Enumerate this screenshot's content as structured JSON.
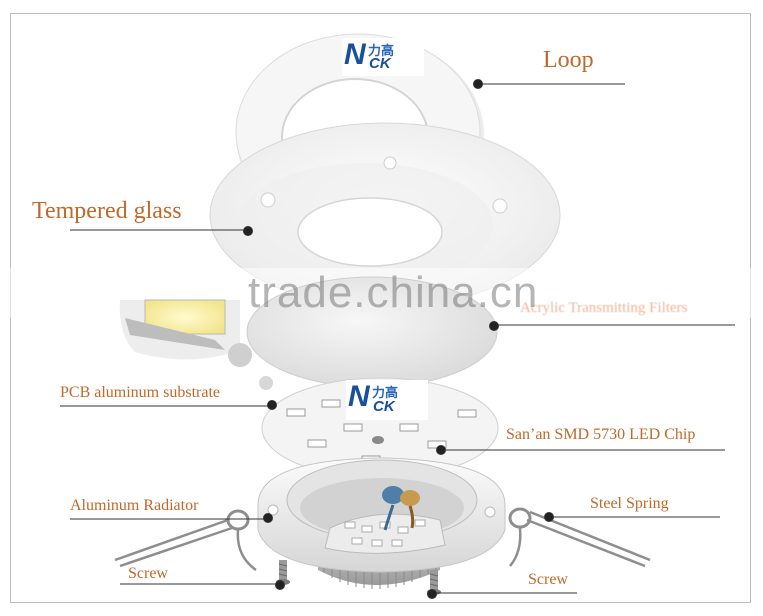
{
  "labels": {
    "loop": "Loop",
    "tempered_glass": "Tempered glass",
    "acrylic_filter": "Acrylic Transmitting Filters",
    "pcb": "PCB aluminum substrate",
    "led_chip": "San’an SMD 5730 LED Chip",
    "radiator": "Aluminum Radiator",
    "steel_spring": "Steel Spring",
    "screw_left": "Screw",
    "screw_right": "Screw"
  },
  "logo": {
    "letter": "N",
    "sub": "CK",
    "chinese": "力高"
  },
  "watermark": "trade.china.cn",
  "colors": {
    "label": "#c0692a",
    "logo_blue": "#1a4f9e",
    "ring": "#f1f1f1",
    "led": "#fff6a0"
  }
}
